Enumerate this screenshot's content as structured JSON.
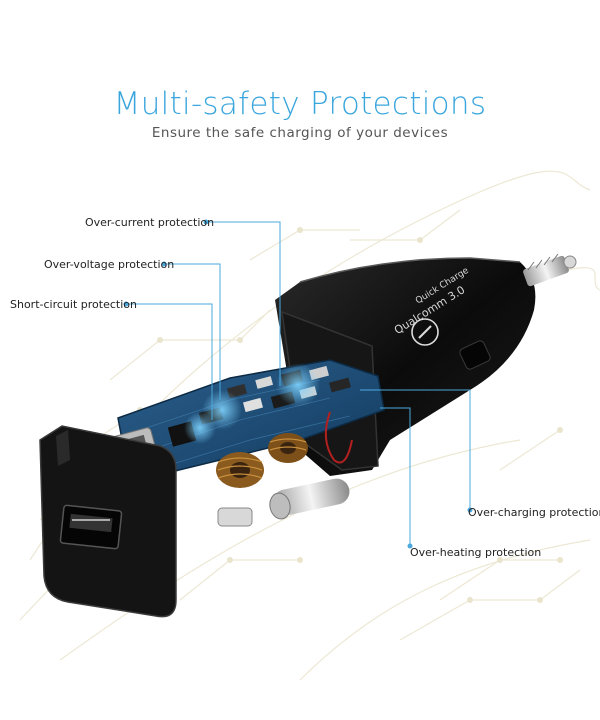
{
  "header": {
    "title": "Multi-safety Protections",
    "subtitle": "Ensure the safe charging of your devices"
  },
  "callouts": {
    "over_current": "Over-current protection",
    "over_voltage": "Over-voltage protection",
    "short_circuit": "Short-circuit protection",
    "over_charging": "Over-charging protection",
    "over_heating": "Over-heating protection"
  },
  "product": {
    "brand_line1": "Qualcomm 3.0",
    "brand_line2": "Quick Charge"
  },
  "colors": {
    "accent": "#3aa6dd",
    "leader": "#4ba9de",
    "body": "#111111",
    "pcb": "#1d4f7a"
  }
}
